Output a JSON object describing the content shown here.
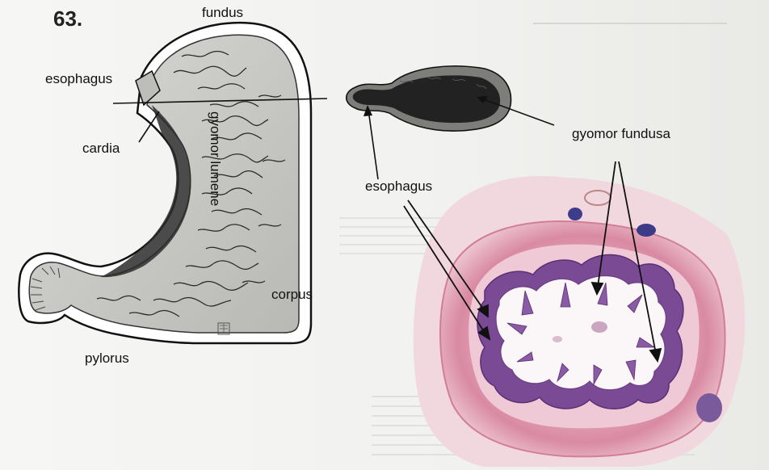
{
  "figure_number": "63.",
  "labels": {
    "fundus": "fundus",
    "esophagus_left": "esophagus",
    "cardia": "cardia",
    "lumen": "gyomor lumene",
    "corpus": "corpus",
    "pylorus": "pylorus",
    "gyomor_fundusa": "gyomor fundusa",
    "esophagus_right": "esophagus"
  }
}
